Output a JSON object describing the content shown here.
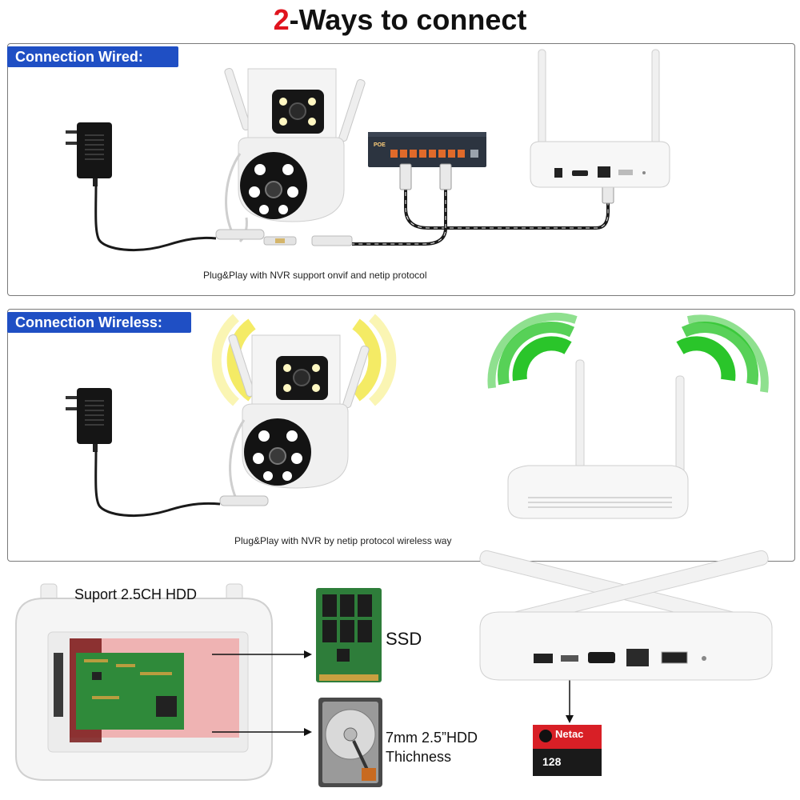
{
  "title": {
    "accent": "2",
    "rest": "-Ways to connect"
  },
  "wired": {
    "badge": "Connection Wired:",
    "caption": "Plug&Play with NVR support onvif and netip protocol",
    "switch_label": "POE"
  },
  "wireless": {
    "badge": "Connection Wireless:",
    "caption": "Plug&Play with NVR by netip protocol wireless way"
  },
  "storage": {
    "hdd_support": "Suport 2.5CH HDD",
    "ssd": "SSD",
    "hdd_line1": "7mm 2.5”HDD",
    "hdd_line2": "Thichness",
    "sd_brand": "Netac",
    "sd_capacity": "128"
  },
  "colors": {
    "badge": "#1f4fc4",
    "accent": "#e0141e",
    "wifi_signal": "#1fc21f",
    "camera_glow": "#f2e84a",
    "hdd_highlight": "#e98a8a"
  }
}
